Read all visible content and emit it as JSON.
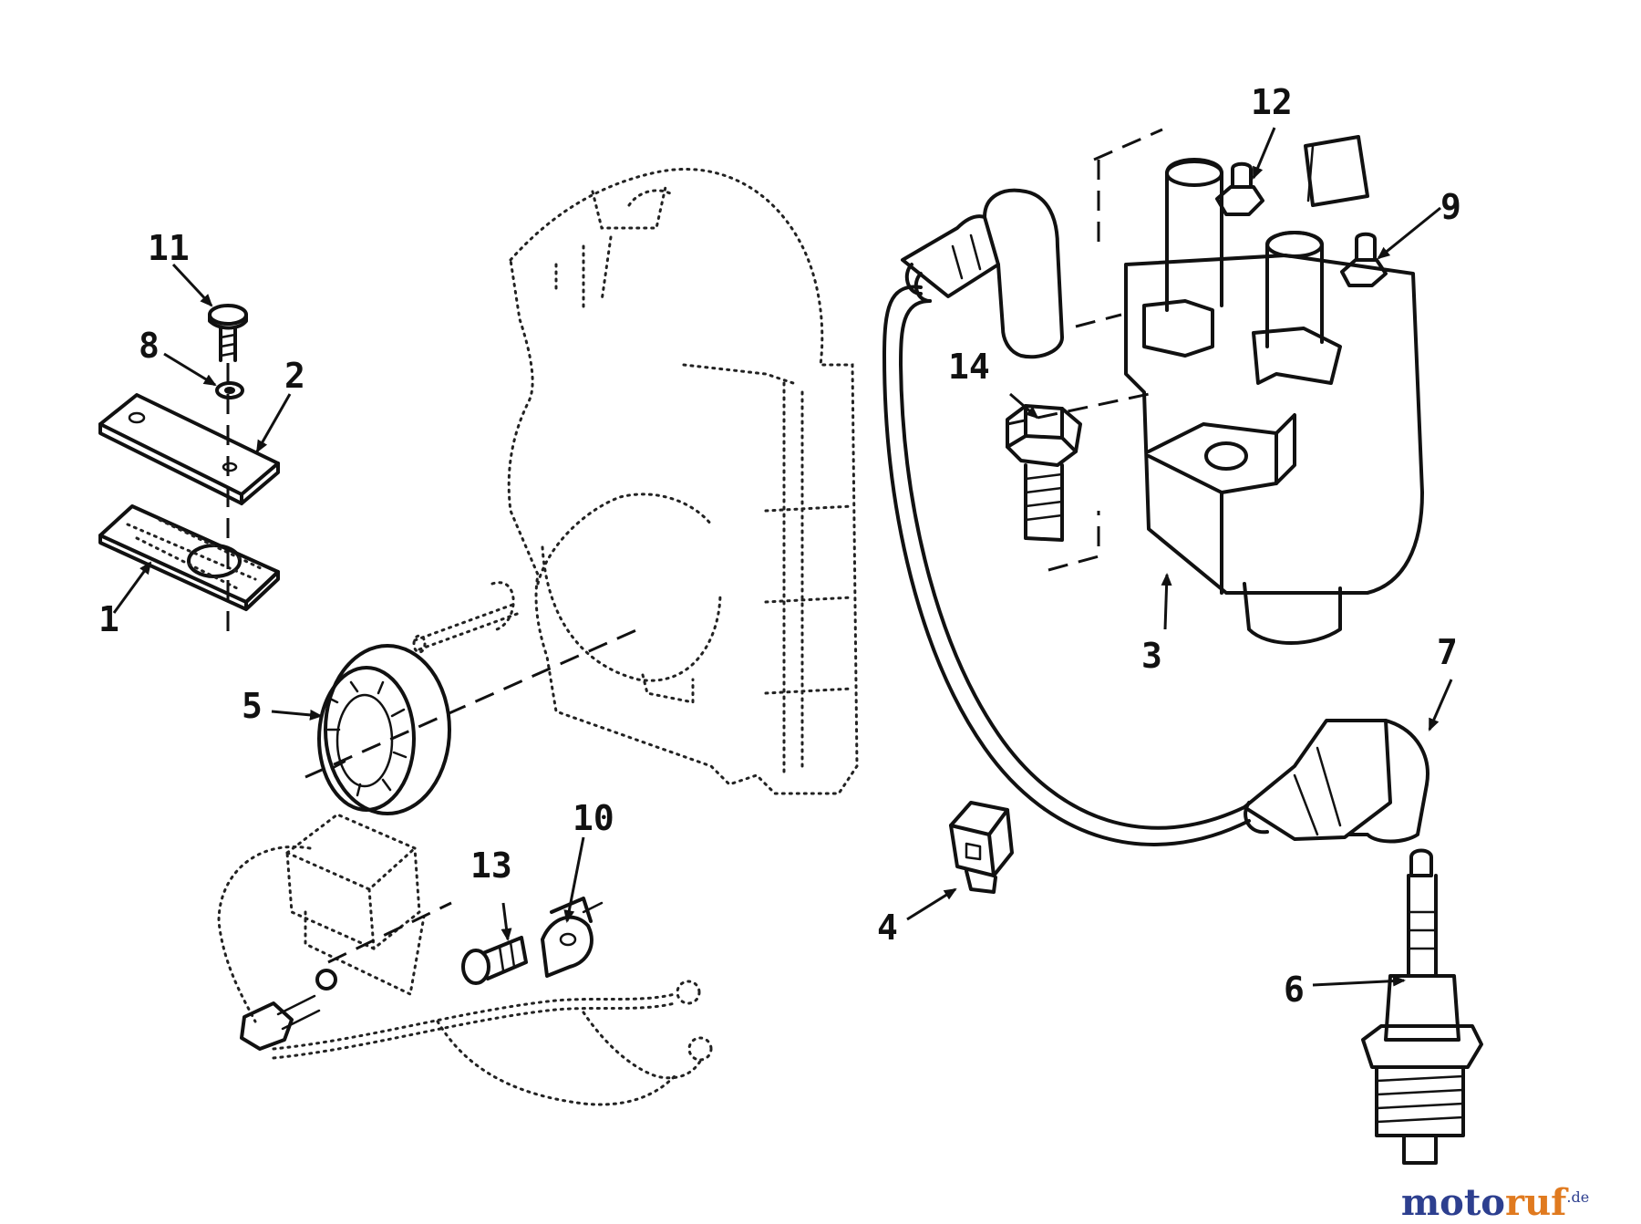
{
  "diagram": {
    "callouts": [
      "1",
      "2",
      "3",
      "4",
      "5",
      "6",
      "7",
      "8",
      "9",
      "10",
      "11",
      "12",
      "13",
      "14"
    ]
  },
  "watermark": {
    "part1": "moto",
    "part2": "ruf",
    "suffix": ".de"
  },
  "colors": {
    "line": "#111111",
    "watermark_blue": "#2d3f8f",
    "watermark_orange": "#e07a1f"
  }
}
